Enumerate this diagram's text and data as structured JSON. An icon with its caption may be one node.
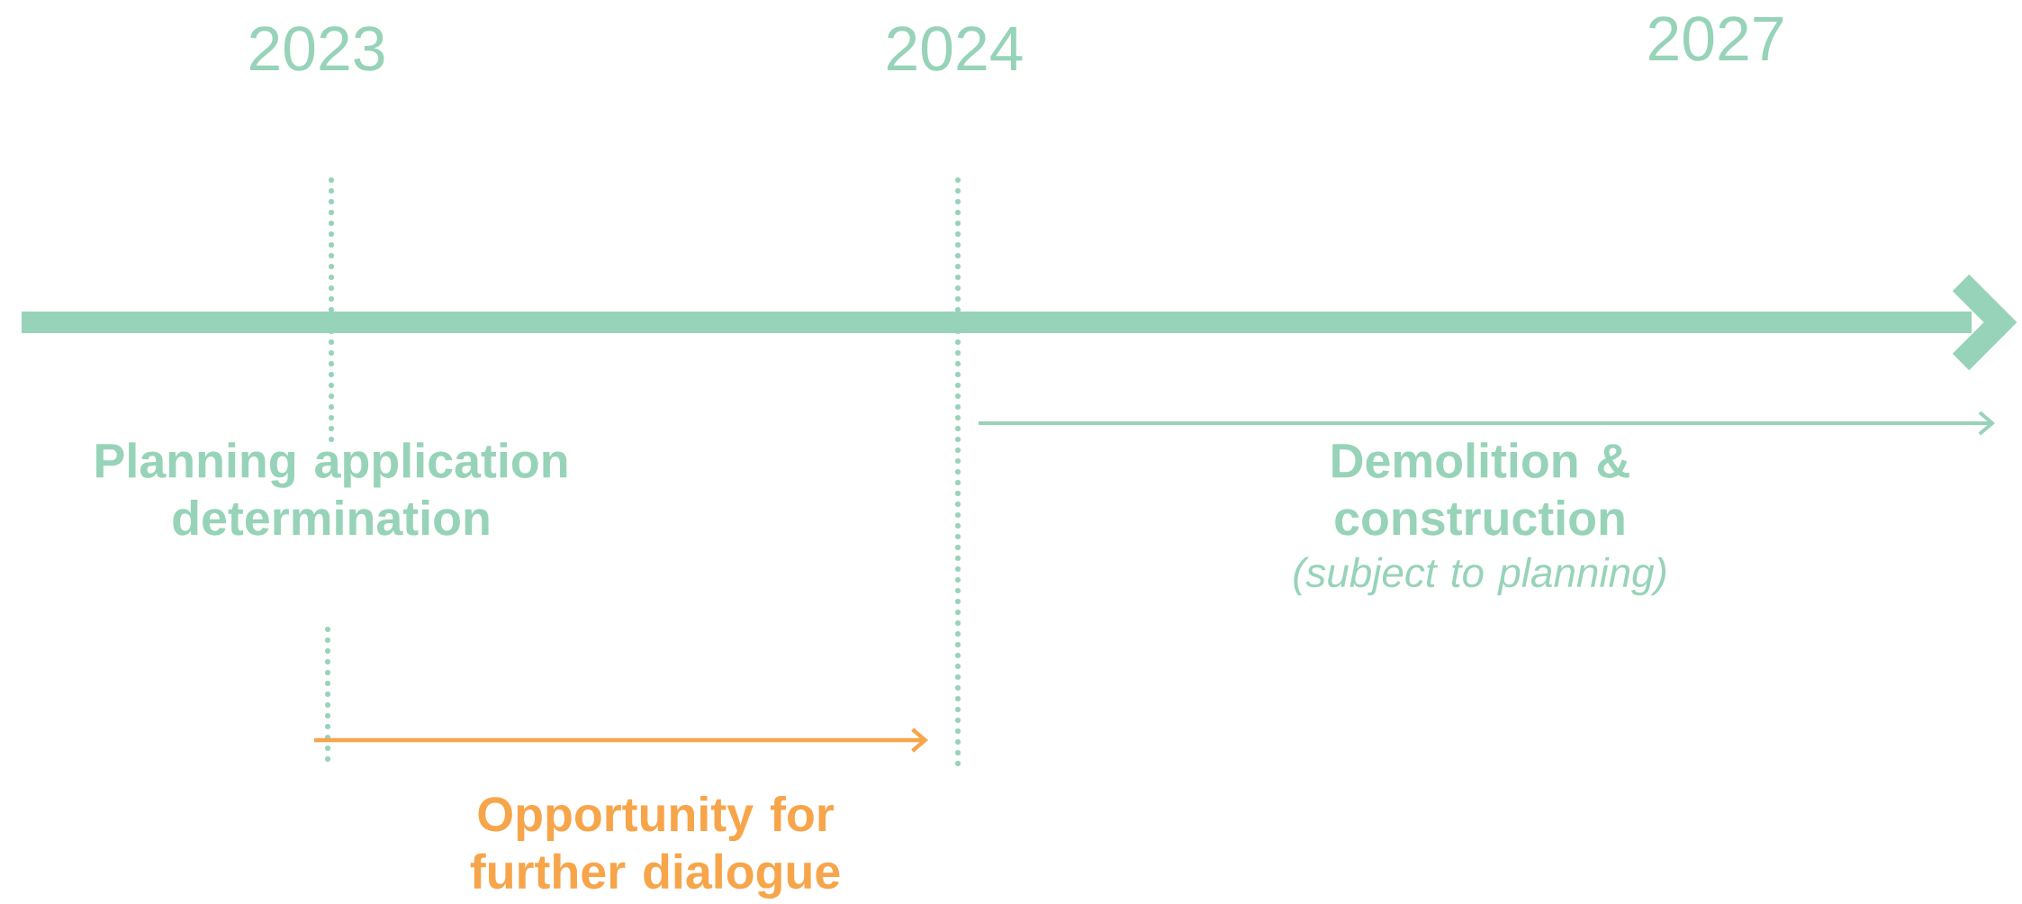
{
  "diagram": {
    "labels": [
      "2023",
      "2024",
      "2027",
      "Planning application determination",
      "Demolition & construction",
      "(subject to planning)",
      "Opportunity for further dialogue"
    ]
  }
}
